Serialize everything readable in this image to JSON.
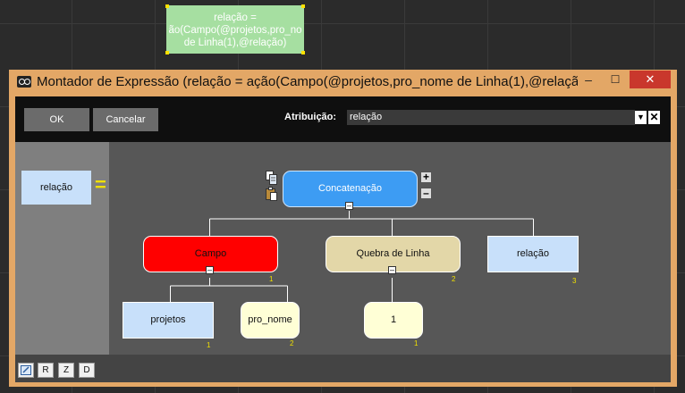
{
  "canvas": {
    "node_lines": [
      "relação =",
      "ão(Campo(@projetos,pro_no",
      "de Linha(1),@relação)"
    ]
  },
  "window": {
    "title": "Montador de Expressão (relação = ação(Campo(@projetos,pro_nome de Linha(1),@relaçã...",
    "controls": {
      "minimize": "–",
      "maximize": "☐",
      "close": "✕"
    }
  },
  "toolbar": {
    "ok_label": "OK",
    "cancel_label": "Cancelar",
    "assignment_label": "Atribuição:",
    "assignment_value": "relação",
    "dropdown_glyph": "▼",
    "clear_glyph": "✕"
  },
  "expression": {
    "lhs": "relação",
    "equals": "=",
    "root": {
      "label": "Concatenação"
    },
    "args": [
      {
        "label": "Campo",
        "index": "1",
        "children": [
          {
            "label": "projetos",
            "index": "1"
          },
          {
            "label": "pro_nome",
            "index": "2"
          }
        ]
      },
      {
        "label": "Quebra de Linha",
        "index": "2",
        "children": [
          {
            "label": "1",
            "index": "1"
          }
        ]
      },
      {
        "label": "relação",
        "index": "3"
      }
    ],
    "plus_glyph": "+",
    "minus_glyph": "–"
  },
  "statusbar": {
    "buttons": [
      "R",
      "Z",
      "D"
    ]
  },
  "colors": {
    "function_blue": "#3d9cf3",
    "campo_red": "#ff0000",
    "break_tan": "#e3d7a8",
    "variable_blue": "#c8e0fa",
    "literal_cream": "#ffffd6",
    "window_frame": "#e3a766"
  }
}
